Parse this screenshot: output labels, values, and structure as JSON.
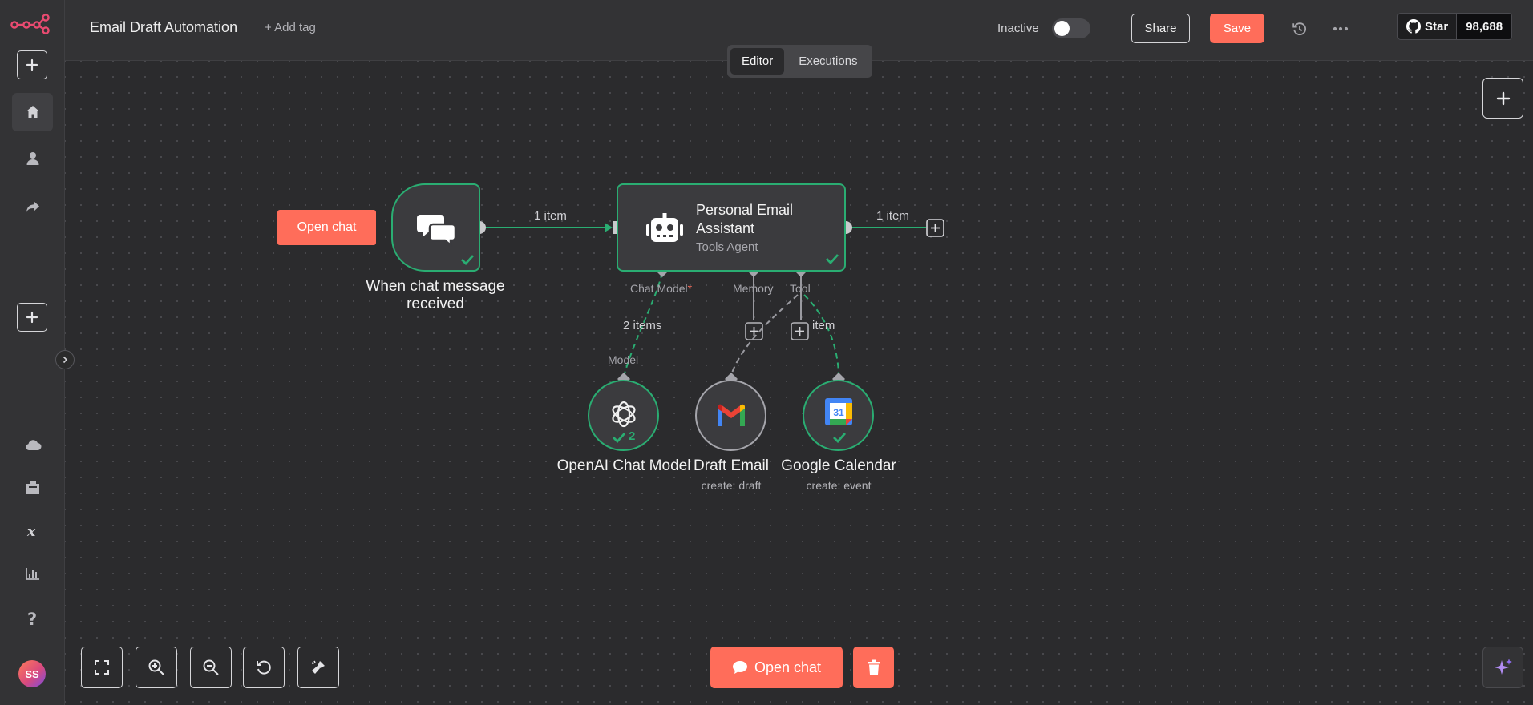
{
  "workflow": {
    "title": "Email Draft Automation",
    "add_tag": "+ Add tag"
  },
  "header": {
    "status_label": "Inactive",
    "share_label": "Share",
    "save_label": "Save",
    "github_star_label": "Star",
    "github_star_count": "98,688"
  },
  "tabs": [
    {
      "label": "Editor",
      "active": true
    },
    {
      "label": "Executions",
      "active": false
    }
  ],
  "sidebar": {
    "items": [
      {
        "name": "home-icon",
        "active": true
      },
      {
        "name": "user-icon",
        "active": false
      },
      {
        "name": "share-arrow-icon",
        "active": false
      }
    ],
    "bottom_items": [
      "cloud-icon",
      "templates-icon",
      "variables-icon",
      "insights-icon",
      "help-icon"
    ],
    "avatar_initials": "SS"
  },
  "nodes": {
    "chat_trigger": {
      "label": "When chat message received",
      "open_chat": "Open chat"
    },
    "agent": {
      "title": "Personal Email Assistant",
      "subtitle": "Tools Agent"
    },
    "openai": {
      "label": "OpenAI Chat Model",
      "run_count": "2"
    },
    "gmail": {
      "label": "Draft Email",
      "subtitle": "create: draft"
    },
    "calendar": {
      "label": "Google Calendar",
      "subtitle": "create: event"
    }
  },
  "ports": {
    "chat_model": "Chat Model",
    "required_mark": "*",
    "memory": "Memory",
    "tool": "Tool",
    "model": "Model"
  },
  "wire_labels": {
    "trigger_to_agent": "1 item",
    "agent_out": "1 item",
    "model_items": "2 items",
    "tool_items": "item"
  },
  "footer": {
    "open_chat": "Open chat"
  },
  "colors": {
    "accent": "#ff6d5a",
    "success": "#2aad72",
    "canvas": "#2b2b2d",
    "node": "#3b3b3e"
  }
}
